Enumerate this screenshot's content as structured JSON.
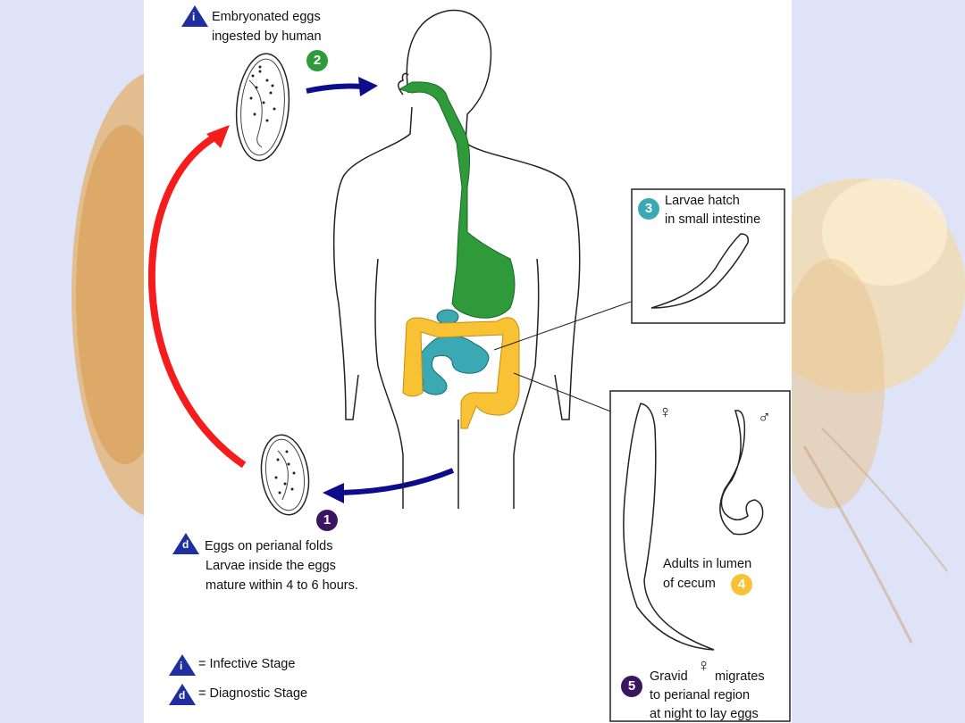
{
  "colors": {
    "background": "#dfe3f7",
    "jelly": "#e8b877",
    "red_arrow": "#f41c1c",
    "blue_arrow": "#0d0d8c",
    "green": "#2e9a3a",
    "teal": "#3aa9b4",
    "yellow": "#f9c235",
    "purple": "#3a1560",
    "stage_triangle": "#1f2fa0"
  },
  "steps": {
    "step1": {
      "number": "1",
      "lines": [
        "Eggs on perianal folds",
        "Larvae inside the eggs",
        "mature within 4 to 6 hours."
      ],
      "stage_letter": "d"
    },
    "step2": {
      "number": "2",
      "lines": [
        "Embryonated eggs",
        "ingested by human"
      ],
      "stage_letter": "i"
    },
    "step3": {
      "number": "3",
      "lines": [
        "Larvae hatch",
        "in small intestine"
      ]
    },
    "step4": {
      "number": "4",
      "lines": [
        "Adults in lumen",
        "of cecum"
      ],
      "female_symbol": "♀",
      "male_symbol": "♂"
    },
    "step5": {
      "number": "5",
      "lines": [
        "Gravid",
        "migrates",
        "to perianal region",
        "at night to lay eggs"
      ],
      "symbol": "♀"
    }
  },
  "legend": {
    "infective": {
      "letter": "i",
      "label": "= Infective Stage"
    },
    "diagnostic": {
      "letter": "d",
      "label": "= Diagnostic Stage"
    }
  }
}
